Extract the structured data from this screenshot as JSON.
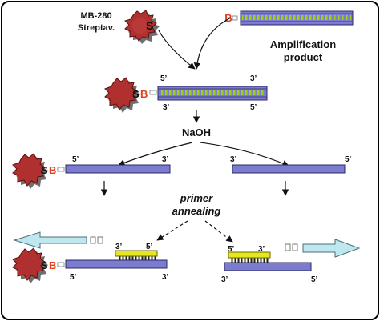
{
  "labels": {
    "bead_line1": "MB-280",
    "bead_line2": "Streptav.",
    "s": "S",
    "b": "B",
    "amplification_line1": "Amplification",
    "amplification_line2": "product",
    "naoh": "NaOH",
    "primer_line1": "primer",
    "primer_line2": "annealing",
    "five_prime": "5’",
    "three_prime": "3’"
  },
  "colors": {
    "frame": "#000000",
    "strand_fill": "#7b7bcf",
    "strand_stroke": "#2b2b66",
    "primer_fill": "#e8e61c",
    "primer_stroke": "#6a6a00",
    "bead_fill": "#b03030",
    "bead_shadow": "#6e6e6e",
    "biotin_red": "#e2401c",
    "arrow_fill": "#bfe7ef",
    "arrow_stroke": "#4b6d78",
    "base_pair": "#9fd318"
  }
}
